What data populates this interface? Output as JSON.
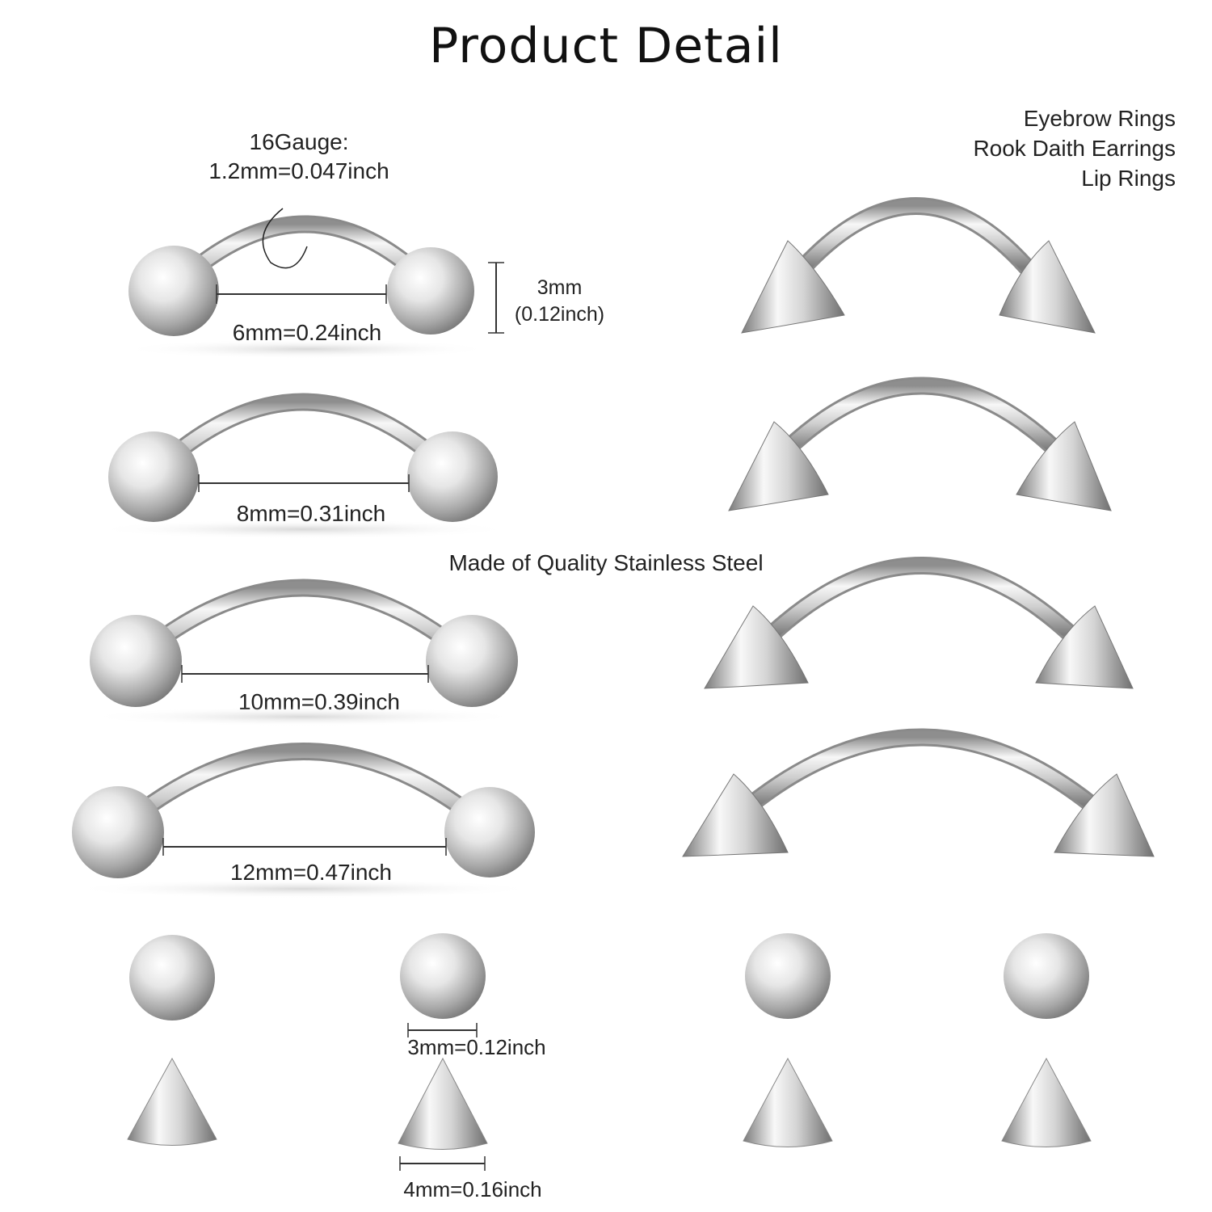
{
  "title": "Product Detail",
  "gauge": {
    "line1": "16Gauge:",
    "line2": "1.2mm=0.047inch"
  },
  "usage": [
    "Eyebrow Rings",
    "Rook Daith Earrings",
    "Lip Rings"
  ],
  "ball_size": {
    "line1": "3mm",
    "line2": "(0.12inch)"
  },
  "lengths": [
    "6mm=0.24inch",
    "8mm=0.31inch",
    "10mm=0.39inch",
    "12mm=0.47inch"
  ],
  "material": "Made of Quality Stainless Steel",
  "spare_ball": "3mm=0.12inch",
  "spare_spike": "4mm=0.16inch",
  "colors": {
    "steel_light": "#f4f4f4",
    "steel_mid": "#b9b9b9",
    "steel_dark": "#6e6e6e"
  }
}
